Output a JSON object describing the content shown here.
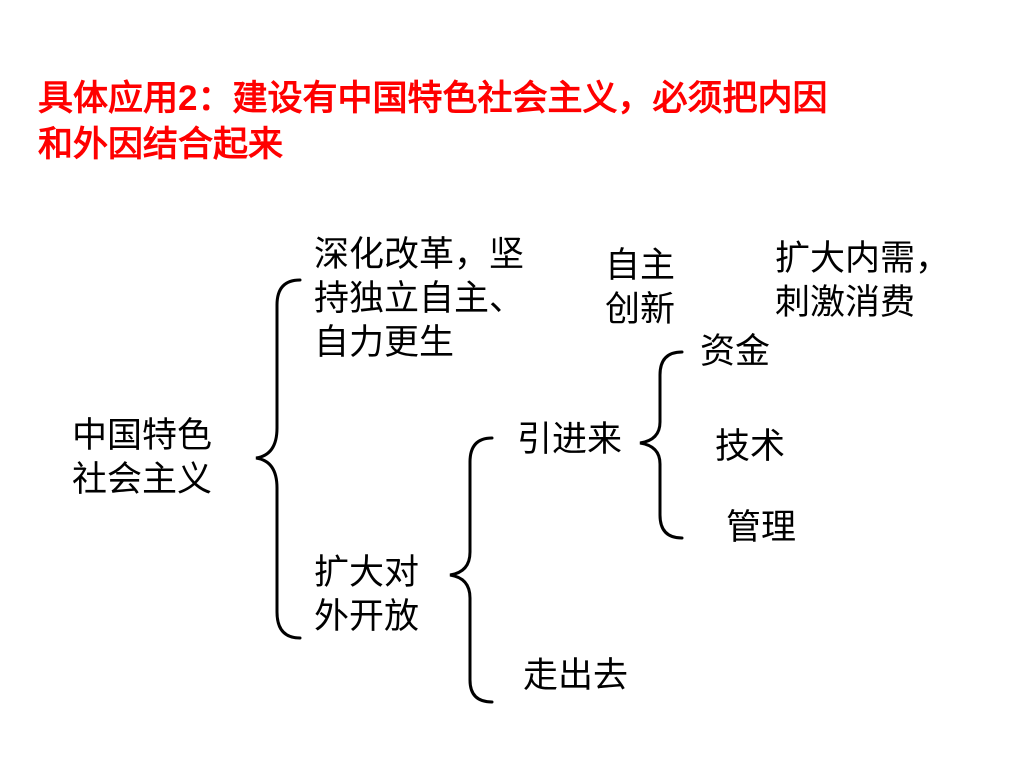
{
  "title": {
    "line1_prefix": "具体应用",
    "line1_num": "2",
    "line1_suffix": "：建设有中国特色社会主义，必须把内因",
    "line2": "和外因结合起来"
  },
  "diagram": {
    "root": [
      "中国特色",
      "社会主义"
    ],
    "deepen_reform": [
      "深化改革，坚",
      "持独立自主、",
      "自力更生"
    ],
    "self_innovation": [
      "自主",
      "创新"
    ],
    "expand_demand": [
      "扩大内需，",
      "刺激消费"
    ],
    "open_up": [
      "扩大对",
      "外开放"
    ],
    "bring_in": "引进来",
    "go_out": "走出去",
    "capital": "资金",
    "technology": "技术",
    "management": "管理"
  }
}
